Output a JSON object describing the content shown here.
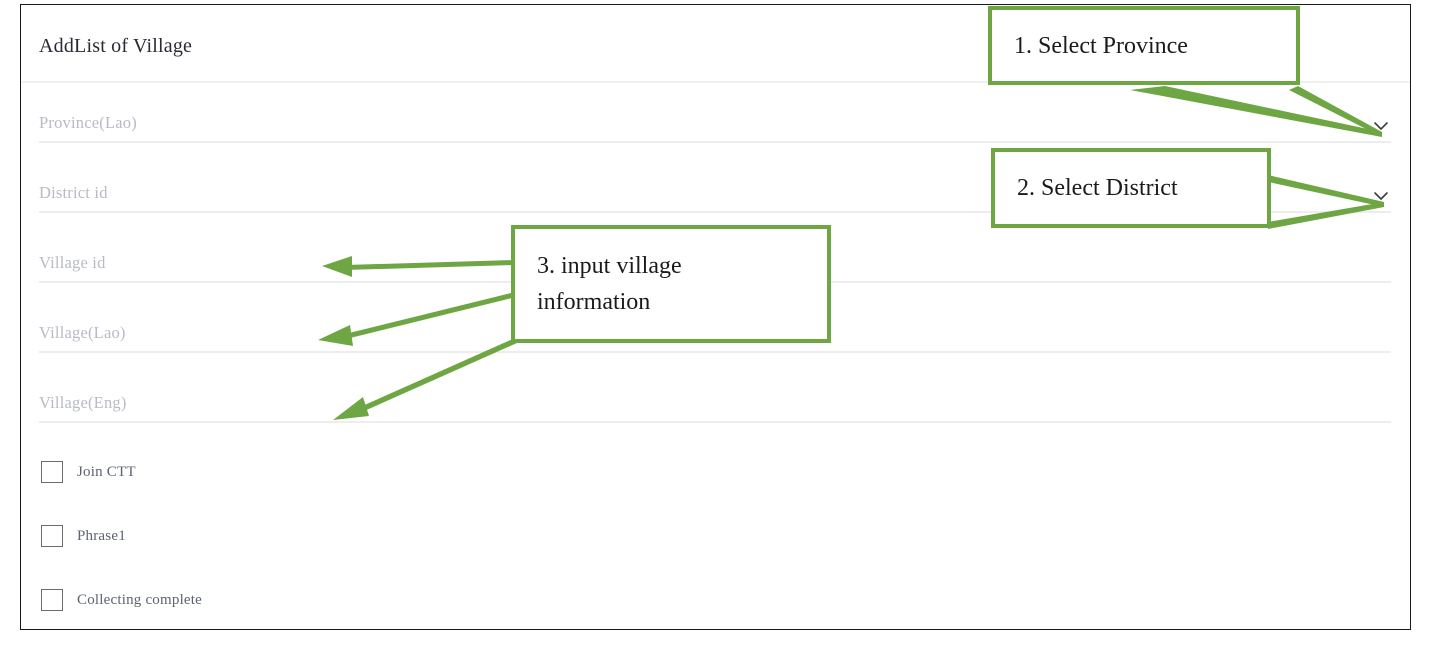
{
  "card": {
    "title": "AddList of Village"
  },
  "form": {
    "fields": [
      {
        "label": "Province(Lao)",
        "value": "",
        "type": "select",
        "icon": "chevron-down-icon"
      },
      {
        "label": "District id",
        "value": "",
        "type": "select",
        "icon": "chevron-down-icon"
      },
      {
        "label": "Village id",
        "value": "",
        "type": "text",
        "icon": ""
      },
      {
        "label": "Village(Lao)",
        "value": "",
        "type": "text",
        "icon": ""
      },
      {
        "label": "Village(Eng)",
        "value": "",
        "type": "text",
        "icon": ""
      }
    ],
    "checkboxes": [
      {
        "label": "Join CTT",
        "checked": false
      },
      {
        "label": "Phrase1",
        "checked": false
      },
      {
        "label": "Collecting complete",
        "checked": false
      }
    ]
  },
  "annotations": [
    {
      "id": 1,
      "text": "1. Select Province"
    },
    {
      "id": 2,
      "text": "2. Select District"
    },
    {
      "id": 3,
      "text": "3. input village\ninformation"
    }
  ],
  "colors": {
    "annotation_green": "#6fa644",
    "placeholder_gray": "#b9bbc4",
    "label_gray": "#5d6470",
    "divider_gray": "#ededed",
    "card_border": "#1a1a1a"
  }
}
